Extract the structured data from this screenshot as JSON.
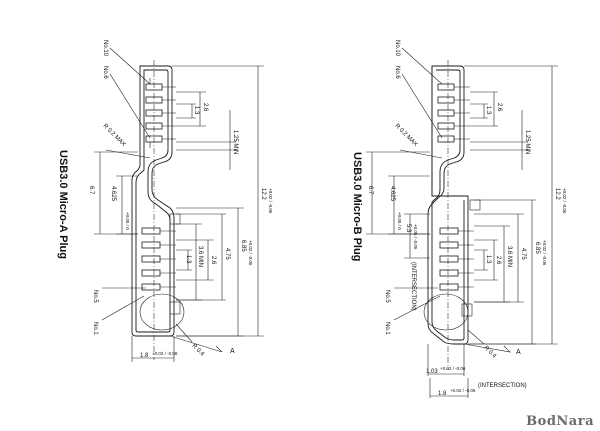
{
  "drawings": [
    {
      "title": "USB3.0 Micro-A Plug",
      "labels": {
        "no10": "No.10",
        "no6": "No.6",
        "no5": "No.5",
        "no1": "No.1",
        "r02max": "R 0.2 MAX",
        "r04": "R 0.4",
        "arrowA": "A"
      },
      "dims": {
        "d26top": "2.6",
        "d13top": "1.3",
        "d125min": "1.25 MIN",
        "d67": "6.7",
        "d4625": "4.625",
        "d4625tol": "+0.05 / 0",
        "d36min": "3.6 MIN",
        "d26bot": "2.6",
        "d13bot": "1.3",
        "d475": "4.75",
        "d685": "6.85",
        "d685tol": "+0.02 / -0.06",
        "d122": "12.2",
        "d122tol": "+0.02 / -0.06",
        "d18": "1.8",
        "d18tol": "+0.02 / -0.08"
      }
    },
    {
      "title": "USB3.0 Micro-B Plug",
      "labels": {
        "no10": "No.10",
        "no6": "No.6",
        "no5": "No.5",
        "no1": "No.1",
        "r02max": "R 0.2 MAX",
        "r04": "R 0.4",
        "arrowA": "A",
        "intersection": "(INTERSECTION)"
      },
      "dims": {
        "d26top": "2.6",
        "d13top": "1.3",
        "d125min": "1.25 MIN",
        "d67": "6.7",
        "d4625": "4.625",
        "d4625tol": "+0.05 / 0",
        "d53": "5.3",
        "d53tol": "+0.05 / -0.05",
        "d36min": "3.6 MIN",
        "d26bot": "2.6",
        "d13bot": "1.3",
        "d475": "4.75",
        "d685": "6.85",
        "d685tol": "+0.02 / -0.06",
        "d122": "12.2",
        "d122tol": "+0.02 / -0.06",
        "d103": "1.03",
        "d103tol": "+0.02 / -0.06",
        "d103note": "(INTERSECTION)",
        "d18": "1.8",
        "d18tol": "+0.02 / -0.06"
      }
    }
  ],
  "watermark": "BodNara"
}
